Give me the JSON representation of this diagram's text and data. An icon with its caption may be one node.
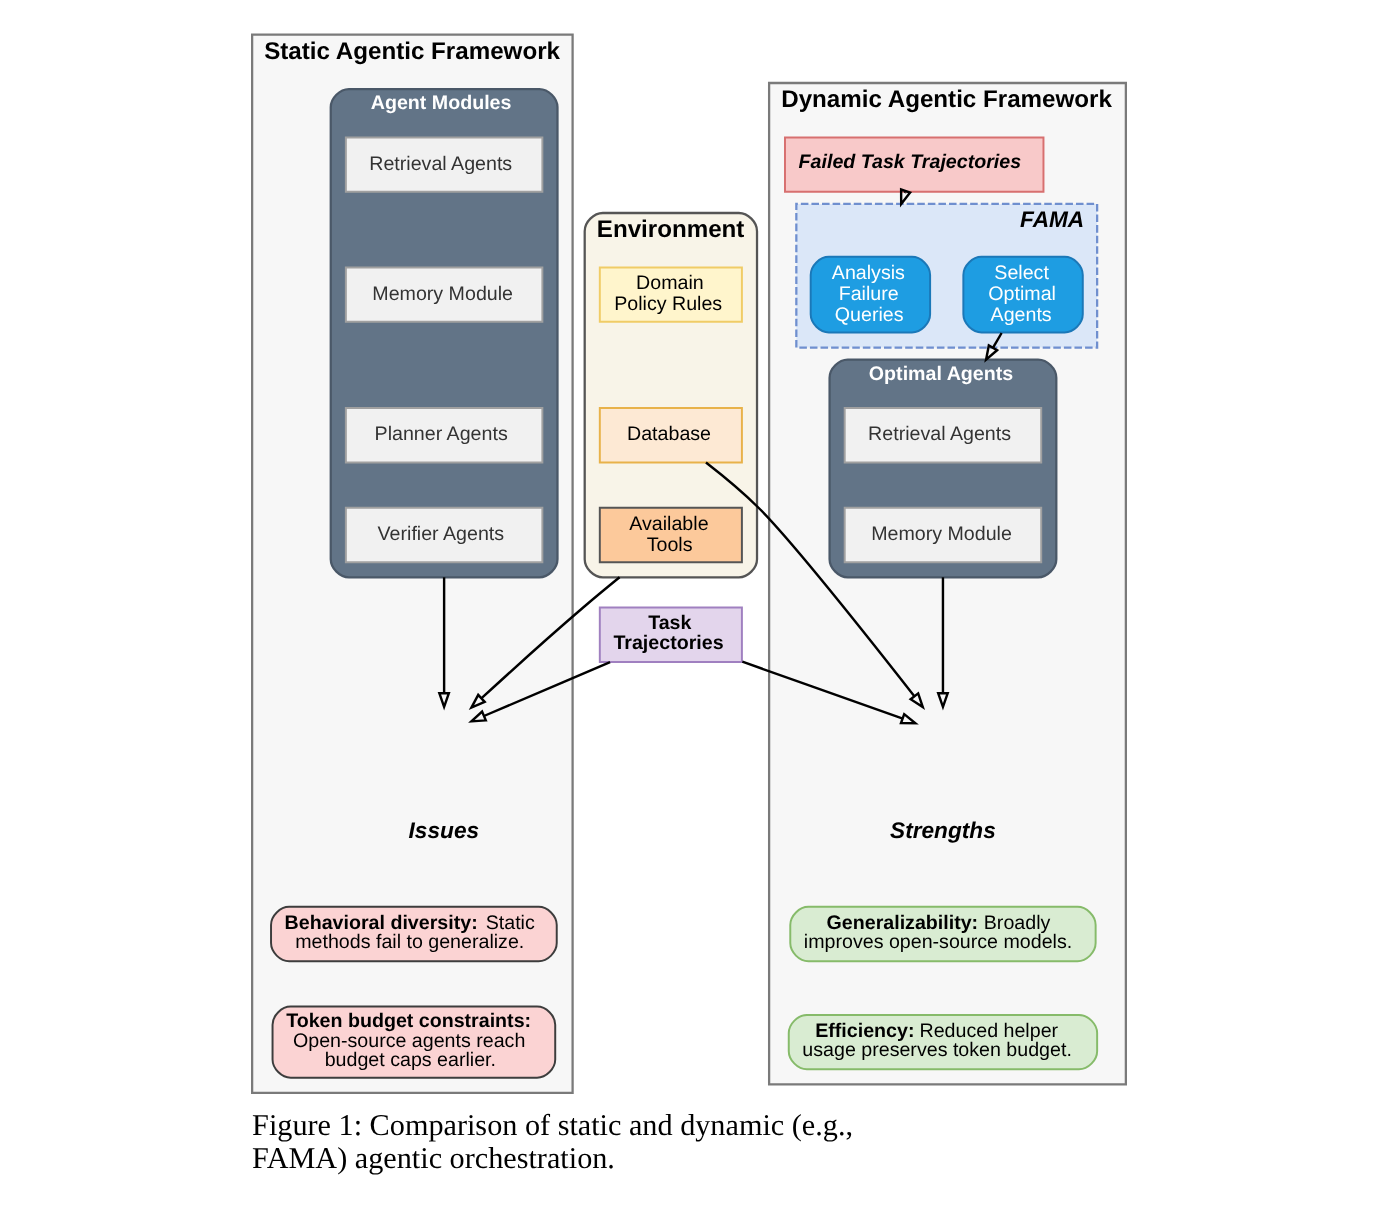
{
  "diagram": {
    "caption": "Figure 1: Comparison of static and dynamic (e.g., FAMA) agentic orchestration.",
    "nodes": [
      {
        "text": [
          "Static Agentic Framework"
        ]
      },
      {
        "text": [
          "Agent Modules"
        ],
        "in": 0
      },
      {
        "text": [
          "Retrieval Agents"
        ],
        "in": 1
      },
      {
        "text": [
          "Memory Module"
        ],
        "in": 1
      },
      {
        "text": [
          "Planner Agents"
        ],
        "in": 1
      },
      {
        "text": [
          "Verifier Agents"
        ],
        "in": 1
      },
      {
        "text": [
          "**Behavioral diversity:** Static methods fail to generalize."
        ],
        "in": 0
      },
      {
        "text": [
          "**Token budget constraints:** Open-source agents reach budget caps earlier."
        ],
        "in": 0
      },
      {
        "text": [
          "Environment"
        ]
      },
      {
        "text": [
          "Domain Policy Rules"
        ],
        "in": 8
      },
      {
        "text": [
          "Database"
        ],
        "in": 8
      },
      {
        "text": [
          "Available Tools"
        ],
        "in": 8
      },
      {
        "text": [
          "Task Trajectories"
        ]
      },
      {
        "text": [
          "Dynamic Agentic Framework"
        ]
      },
      {
        "text": [
          "Failed Task Trajectories"
        ],
        "in": 13
      },
      {
        "text": [
          "FAMA"
        ],
        "in": 13
      },
      {
        "text": [
          "Analysis Failure Queries"
        ],
        "in": 15
      },
      {
        "text": [
          "Select Optimal Agents"
        ],
        "in": 15
      },
      {
        "text": [
          "Optimal Agents"
        ],
        "in": 13
      },
      {
        "text": [
          "Retrieval Agents"
        ],
        "in": 18
      },
      {
        "text": [
          "Memory Module"
        ],
        "in": 18
      },
      {
        "text": [
          "**Generalizability:** Broadly improves open-source models."
        ],
        "in": 13
      },
      {
        "text": [
          "**Efficiency:** Reduced helper usage preserves token budget."
        ],
        "in": 13
      }
    ],
    "edges": [
      {
        "from": 1,
        "to": null,
        "arrow": "to"
      },
      {
        "from": 8,
        "to": null,
        "arrow": "to"
      },
      {
        "from": 12,
        "to": null,
        "arrow": "to"
      },
      {
        "from": 10,
        "to": null,
        "arrow": "to"
      },
      {
        "from": 12,
        "to": null,
        "arrow": "to"
      },
      {
        "from": 14,
        "to": 15,
        "arrow": "to"
      },
      {
        "from": 17,
        "to": 18,
        "arrow": "to"
      },
      {
        "from": 18,
        "to": null,
        "arrow": "to"
      }
    ],
    "labels": [
      "Issues",
      "Strengths"
    ]
  }
}
